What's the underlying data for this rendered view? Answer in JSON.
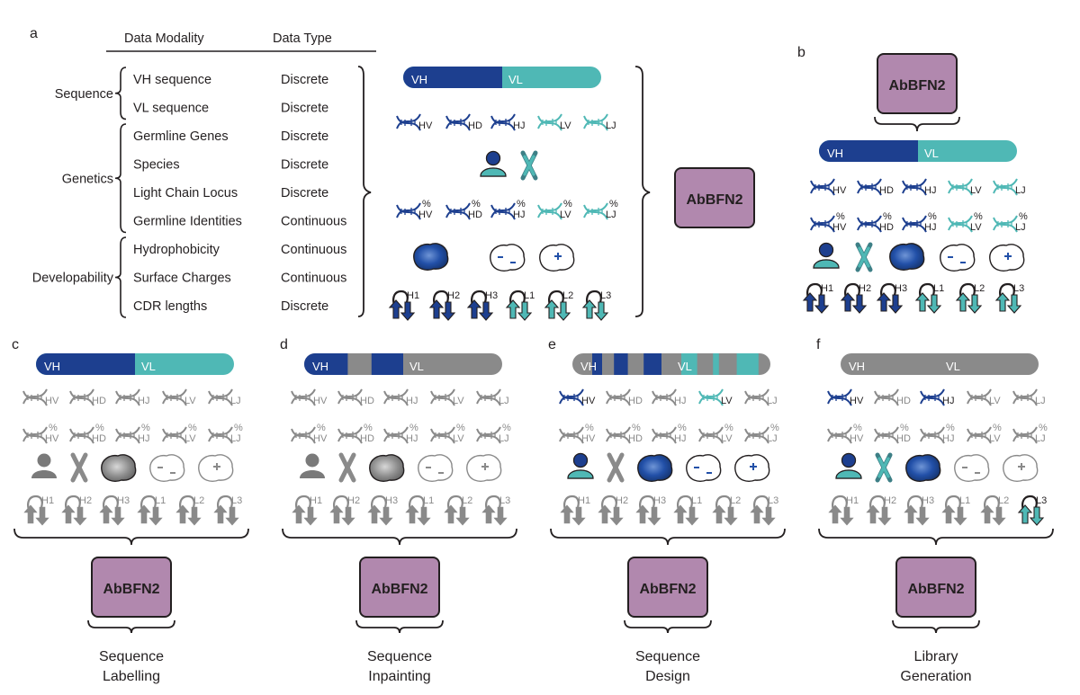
{
  "colors": {
    "vh": "#1d3f8f",
    "vl": "#4fb8b5",
    "abbfn_fill": "#b188ae",
    "gray": "#8a8a8a",
    "ink": "#231f20"
  },
  "panel_labels": {
    "a": "a",
    "b": "b",
    "c": "c",
    "d": "d",
    "e": "e",
    "f": "f"
  },
  "table": {
    "header_modality": "Data Modality",
    "header_type": "Data Type",
    "groups": [
      {
        "name": "Sequence",
        "rows": [
          {
            "modality": "VH sequence",
            "type": "Discrete"
          },
          {
            "modality": "VL sequence",
            "type": "Discrete"
          }
        ]
      },
      {
        "name": "Genetics",
        "rows": [
          {
            "modality": "Germline Genes",
            "type": "Discrete"
          },
          {
            "modality": "Species",
            "type": "Discrete"
          },
          {
            "modality": "Light Chain Locus",
            "type": "Discrete"
          },
          {
            "modality": "Germline Identities",
            "type": "Continuous"
          }
        ]
      },
      {
        "name": "Developability",
        "rows": [
          {
            "modality": "Hydrophobicity",
            "type": "Continuous"
          },
          {
            "modality": "Surface Charges",
            "type": "Continuous"
          },
          {
            "modality": "CDR lengths",
            "type": "Discrete"
          }
        ]
      }
    ]
  },
  "chain_labels": {
    "vh": "VH",
    "vl": "VL"
  },
  "genes": [
    "HV",
    "HD",
    "HJ",
    "LV",
    "LJ"
  ],
  "percent": "%",
  "cdrs": [
    "H1",
    "H2",
    "H3",
    "L1",
    "L2",
    "L3"
  ],
  "model_name": "AbBFN2",
  "tasks": {
    "c": [
      "Sequence",
      "Labelling"
    ],
    "d": [
      "Sequence",
      "Inpainting"
    ],
    "e": [
      "Sequence",
      "Design"
    ],
    "f": [
      "Library",
      "Generation"
    ]
  },
  "panel_states": {
    "b": {
      "genes": [
        "color",
        "color",
        "color",
        "color",
        "color"
      ],
      "pct": [
        "color",
        "color",
        "color",
        "color",
        "color"
      ],
      "person": "color",
      "chromo": "color",
      "hydro": "color",
      "neg": "color",
      "pos": "color",
      "cdrs": [
        "color",
        "color",
        "color",
        "color",
        "color",
        "color"
      ]
    },
    "c": {
      "genes": [
        "gray",
        "gray",
        "gray",
        "gray",
        "gray"
      ],
      "pct": [
        "gray",
        "gray",
        "gray",
        "gray",
        "gray"
      ],
      "person": "gray",
      "chromo": "gray",
      "hydro": "gray",
      "neg": "gray",
      "pos": "gray",
      "cdrs": [
        "gray",
        "gray",
        "gray",
        "gray",
        "gray",
        "gray"
      ]
    },
    "d": {
      "genes": [
        "gray",
        "gray",
        "gray",
        "gray",
        "gray"
      ],
      "pct": [
        "gray",
        "gray",
        "gray",
        "gray",
        "gray"
      ],
      "person": "gray",
      "chromo": "gray",
      "hydro": "gray",
      "neg": "gray",
      "pos": "gray",
      "cdrs": [
        "gray",
        "gray",
        "gray",
        "gray",
        "gray",
        "gray"
      ]
    },
    "e": {
      "genes": [
        "color",
        "gray",
        "gray",
        "color",
        "gray"
      ],
      "pct": [
        "gray",
        "gray",
        "gray",
        "gray",
        "gray"
      ],
      "person": "color",
      "chromo": "gray",
      "hydro": "color",
      "neg": "color",
      "pos": "color",
      "cdrs": [
        "gray",
        "gray",
        "gray",
        "gray",
        "gray",
        "gray"
      ]
    },
    "f": {
      "genes": [
        "color",
        "gray",
        "color",
        "gray",
        "gray"
      ],
      "pct": [
        "gray",
        "gray",
        "gray",
        "gray",
        "gray"
      ],
      "person": "color",
      "chromo": "color",
      "hydro": "color",
      "neg": "gray",
      "pos": "gray",
      "cdrs": [
        "gray",
        "gray",
        "gray",
        "gray",
        "gray",
        "color"
      ]
    }
  }
}
